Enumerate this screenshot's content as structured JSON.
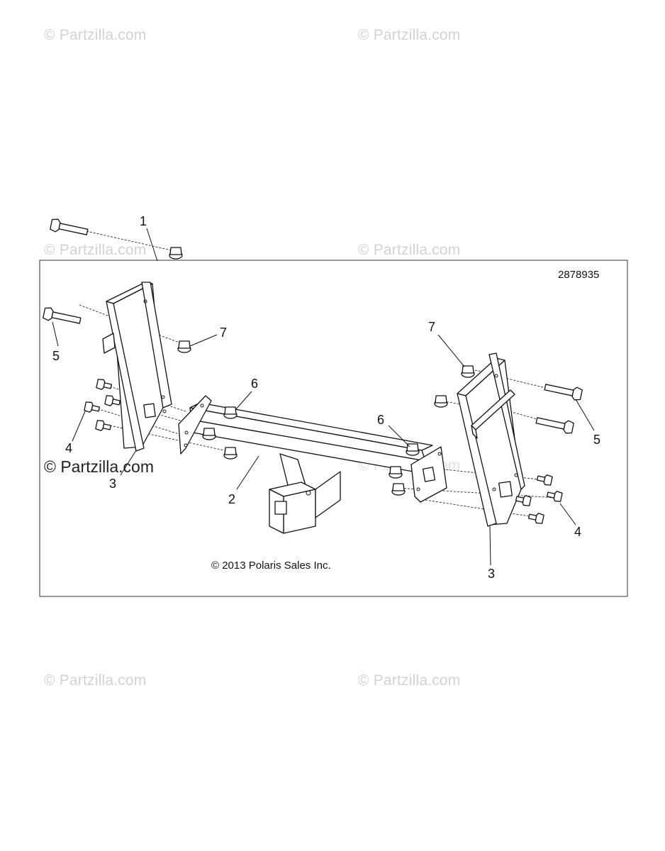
{
  "watermarks": [
    {
      "text": "© Partzilla.com"
    },
    {
      "text": "© Partzilla.com"
    },
    {
      "text": "© Partzilla.com"
    },
    {
      "text": "© Partzilla.com"
    },
    {
      "text": "© Partzilla.com"
    },
    {
      "text": "© Partzilla.com"
    },
    {
      "text": "© Partzilla.com"
    },
    {
      "text": "© Partzilla.com"
    }
  ],
  "diagram": {
    "part_number": "2878935",
    "copyright": "© 2013 Polaris Sales Inc.",
    "callouts": [
      "1",
      "2",
      "3",
      "3",
      "4",
      "4",
      "5",
      "5",
      "6",
      "6",
      "7",
      "7"
    ]
  }
}
